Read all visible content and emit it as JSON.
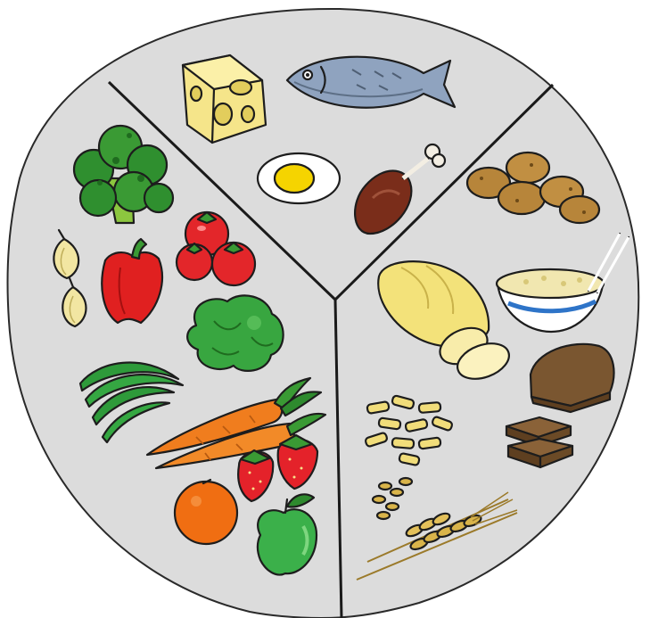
{
  "image": {
    "kind": "healthy-plate-illustration",
    "plate": {
      "fill": "#dcdcdc",
      "outline": "#2a2a2a",
      "divider": "#1a1a1a"
    },
    "sections": [
      {
        "id": "fruits-vegetables",
        "items": [
          "broccoli-icon",
          "onion-icon",
          "red-pepper-icon",
          "tomatoes-icon",
          "lettuce-icon",
          "green-beans-icon",
          "carrots-icon",
          "strawberries-icon",
          "orange-icon",
          "apple-icon"
        ]
      },
      {
        "id": "protein-dairy",
        "items": [
          "cheese-icon",
          "fish-icon",
          "egg-icon",
          "chicken-leg-icon"
        ]
      },
      {
        "id": "starches",
        "items": [
          "potatoes-icon",
          "rice-bowl-icon",
          "white-bread-icon",
          "brown-bread-icon",
          "pasta-icon",
          "wheat-icon"
        ]
      }
    ]
  }
}
